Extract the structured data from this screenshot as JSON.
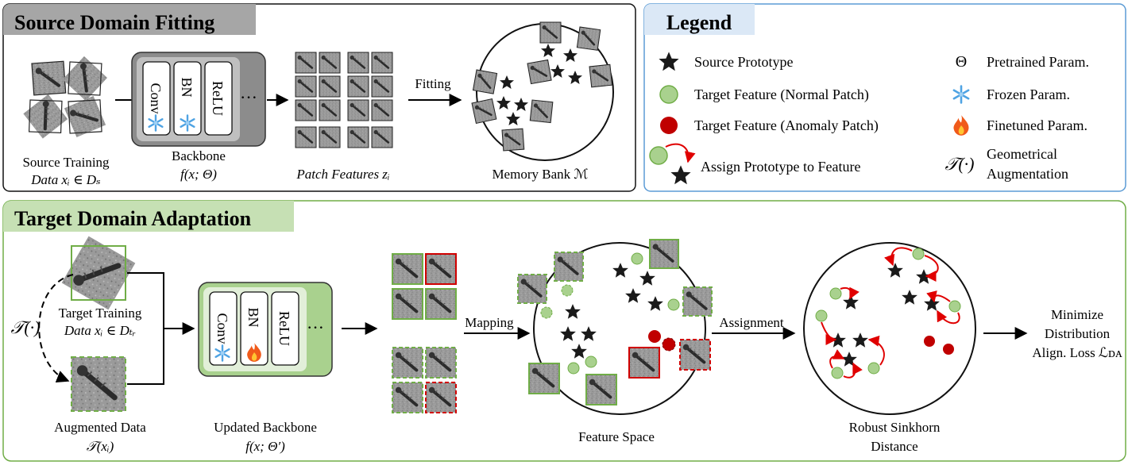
{
  "source_panel": {
    "title": "Source Domain Fitting",
    "source_data_label_1": "Source Training",
    "source_data_label_2": "Data xᵢ ∈ Dₛ",
    "backbone_layers": [
      "Conv",
      "BN",
      "ReLU"
    ],
    "ellipsis": "···",
    "backbone_label_1": "Backbone",
    "backbone_label_2": "f(x; Θ)",
    "patch_features_label": "Patch Features zᵢ",
    "fitting_label": "Fitting",
    "memory_bank_label": "Memory Bank ℳ"
  },
  "legend": {
    "title": "Legend",
    "items": {
      "source_prototype": "Source Prototype",
      "target_normal": "Target Feature (Normal Patch)",
      "target_anomaly": "Target Feature (Anomaly Patch)",
      "assign": "Assign Prototype to Feature",
      "theta_symbol": "Θ",
      "pretrained": "Pretrained Param.",
      "frozen": "Frozen Param.",
      "finetuned": "Finetuned Param.",
      "aug_symbol": "𝒯(·)",
      "geom_1": "Geometrical",
      "geom_2": "Augmentation"
    }
  },
  "target_panel": {
    "title": "Target Domain Adaptation",
    "aug_symbol": "𝒯(·)",
    "target_data_label_1": "Target Training",
    "target_data_label_2": "Data xᵢ ∈ Dₜᵣ",
    "augmented_label_1": "Augmented Data",
    "augmented_label_2": "𝒯(xᵢ)",
    "backbone_layers": [
      "Conv",
      "BN",
      "ReLU"
    ],
    "ellipsis": "···",
    "updated_backbone_1": "Updated Backbone",
    "updated_backbone_2": "f(x; Θ′)",
    "mapping_label": "Mapping",
    "feature_space_label": "Feature Space",
    "assignment_label": "Assignment",
    "sinkhorn_label_1": "Robust Sinkhorn",
    "sinkhorn_label_2": "Distance",
    "minimize_1": "Minimize",
    "minimize_2": "Distribution",
    "minimize_3": "Align. Loss ℒᴅᴀ"
  },
  "colors": {
    "source_title_bg": "#a6a6a6",
    "legend_border": "#5b9bd5",
    "legend_title_bg": "#dbe8f6",
    "target_border": "#70ad47",
    "target_title_bg": "#c6e0b4",
    "backbone_gray": "#8c8c8c",
    "backbone_green": "#a9d18e",
    "normal_fill": "#a9d18e",
    "normal_stroke": "#70ad47",
    "anomaly_fill": "#c00000",
    "arrow_red": "#e00000"
  }
}
